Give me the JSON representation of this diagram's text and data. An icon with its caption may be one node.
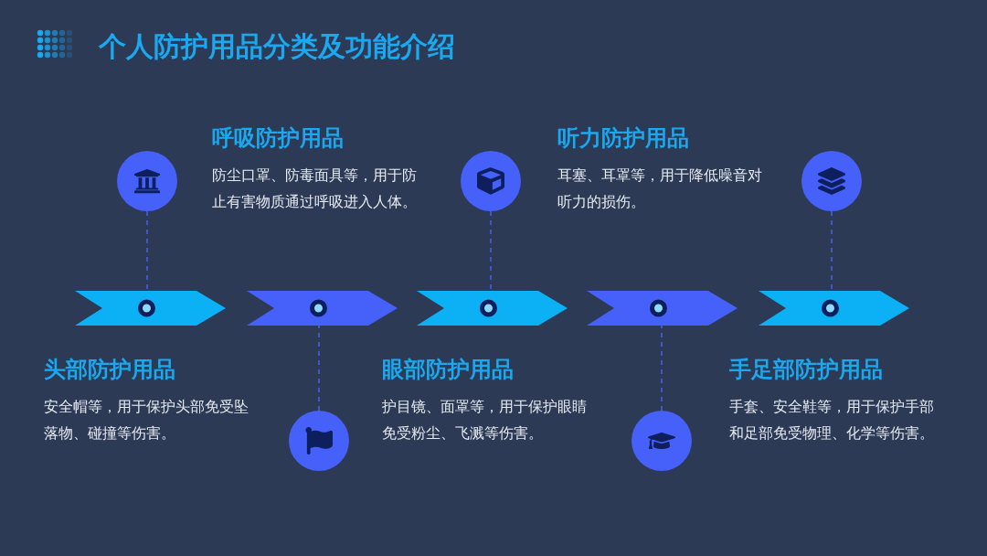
{
  "diagram": {
    "title": "个人防护用品分类及功能介绍",
    "nodes": [
      {
        "text": [],
        "shape": "chevron",
        "beside": [
          "头部防护用品",
          "安全帽等，用于保护头部免受坠落物、碰撞等伤害。"
        ]
      },
      {
        "text": [],
        "shape": "chevron",
        "beside": [
          "呼吸防护用品",
          "防尘口罩、防毒面具等，用于防止有害物质通过呼吸进入人体。"
        ]
      },
      {
        "text": [],
        "shape": "chevron",
        "beside": [
          "眼部防护用品",
          "护目镜、面罩等，用于保护眼睛免受粉尘、飞溅等伤害。"
        ]
      },
      {
        "text": [],
        "shape": "chevron",
        "beside": [
          "听力防护用品",
          "耳塞、耳罩等，用于降低噪音对听力的损伤。"
        ]
      },
      {
        "text": [],
        "shape": "chevron",
        "beside": [
          "手足部防护用品",
          "手套、安全鞋等，用于保护手部和足部免受物理、化学等伤害。"
        ]
      },
      {
        "text": [],
        "shape": "circle"
      },
      {
        "text": [],
        "shape": "circle"
      },
      {
        "text": [],
        "shape": "circle"
      },
      {
        "text": [],
        "shape": "circle"
      },
      {
        "text": [],
        "shape": "circle"
      }
    ],
    "edges": [
      {
        "from": 5,
        "to": 0,
        "arrow": "none",
        "style": "dashed"
      },
      {
        "from": 6,
        "to": 1,
        "arrow": "none",
        "style": "dashed"
      },
      {
        "from": 7,
        "to": 2,
        "arrow": "none",
        "style": "dashed"
      },
      {
        "from": 8,
        "to": 3,
        "arrow": "none",
        "style": "dashed"
      },
      {
        "from": 9,
        "to": 4,
        "arrow": "none",
        "style": "dashed"
      }
    ]
  }
}
